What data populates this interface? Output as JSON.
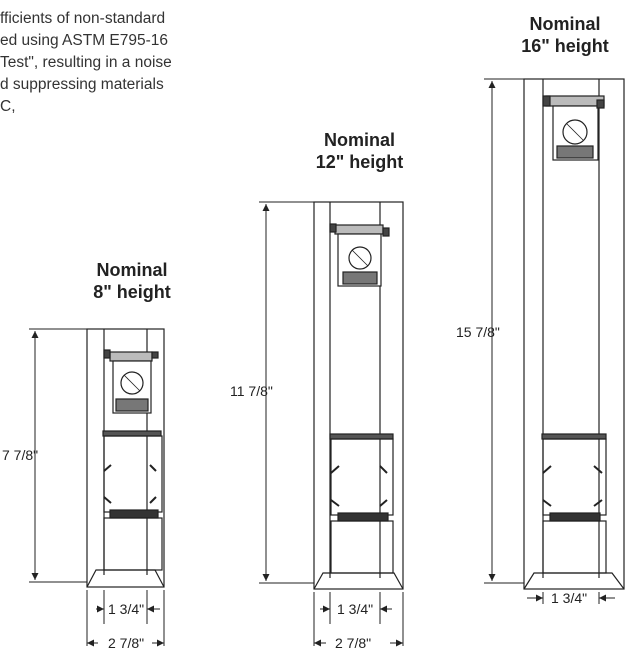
{
  "intro_lines": [
    "fficients of non-standard",
    "ed using ASTM E795-16",
    " Test\", resulting in a noise",
    "d suppressing materials",
    "C,"
  ],
  "profiles": [
    {
      "heading_line1": "Nominal",
      "heading_line2": "8\" height",
      "height_dim": "7 7/8\"",
      "inner_width_dim": "1 3/4\"",
      "outer_width_dim": "2 7/8\""
    },
    {
      "heading_line1": "Nominal",
      "heading_line2": "12\" height",
      "height_dim": "11 7/8\"",
      "inner_width_dim": "1 3/4\"",
      "outer_width_dim": "2 7/8\""
    },
    {
      "heading_line1": "Nominal",
      "heading_line2": "16\" height",
      "height_dim": "15 7/8\"",
      "inner_width_dim": "1 3/4\""
    }
  ]
}
